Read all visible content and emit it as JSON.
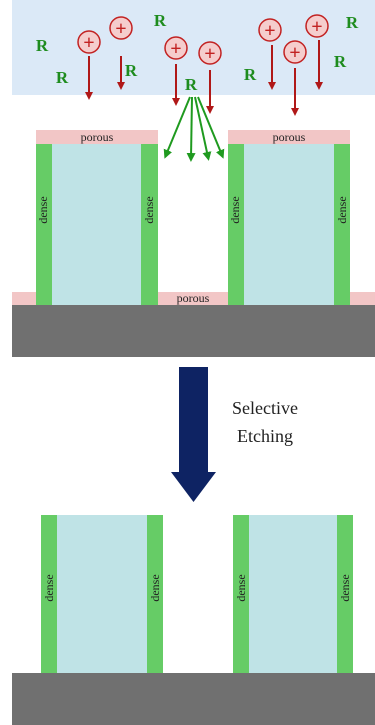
{
  "colors": {
    "plasma_bg": "#dbe9f7",
    "radical": "#1e8c1e",
    "ion_ring": "#c22222",
    "ion_fill": "#f5cdcd",
    "arrow_red": "#b01818",
    "arrow_green": "#1f9a1f",
    "porous": "#f2c6c6",
    "dense": "#66cc66",
    "core": "#bfe3e6",
    "substrate": "#707070",
    "process_arrow": "#0e2363"
  },
  "labels": {
    "radical": "R",
    "ion": "+",
    "porous": "porous",
    "dense": "dense",
    "process_line1": "Selective",
    "process_line2": "Etching"
  },
  "icons": {
    "ion": "ion-circle-plus-icon",
    "process_arrow": "down-arrow-icon"
  }
}
